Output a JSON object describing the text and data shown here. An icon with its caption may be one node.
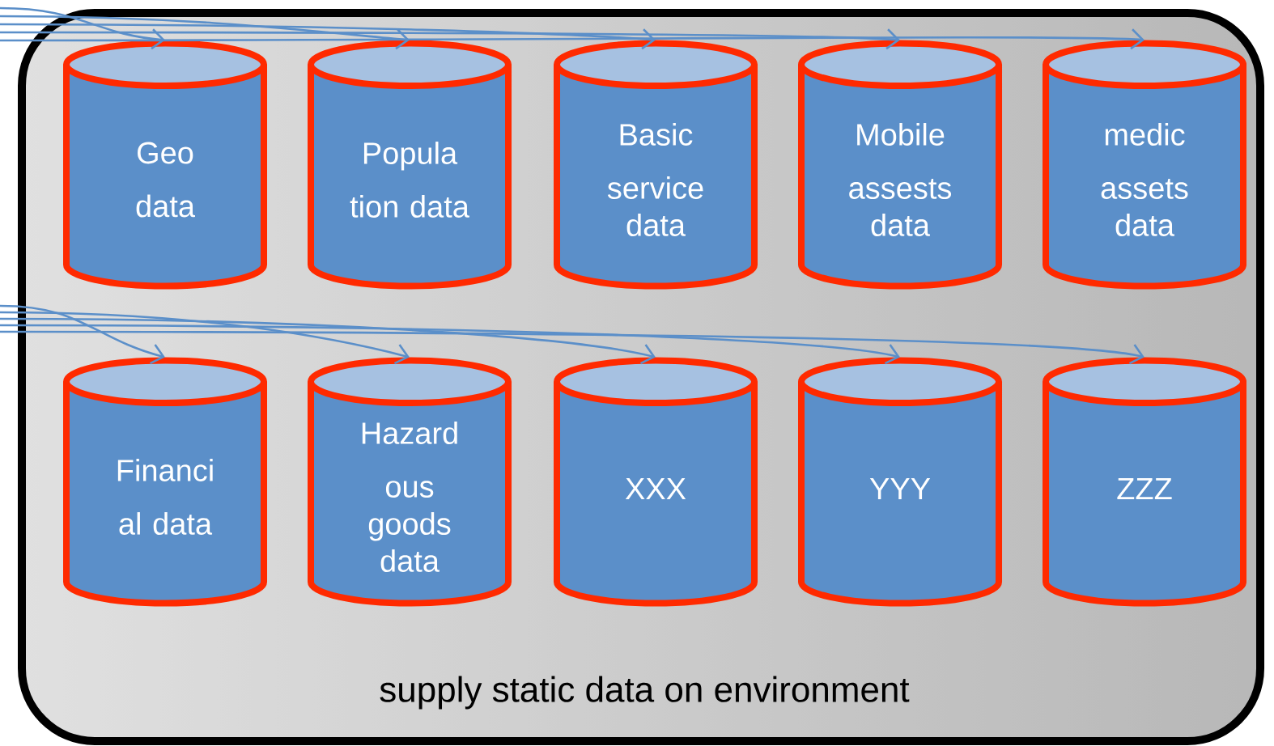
{
  "diagram": {
    "nodes": [
      {
        "text": [
          "supply static data on environment"
        ]
      },
      {
        "text": [
          "Geo data"
        ],
        "in": 0
      },
      {
        "text": [
          "Popula tion data"
        ],
        "in": 0
      },
      {
        "text": [
          "Basic service data"
        ],
        "in": 0
      },
      {
        "text": [
          "Mobile assests data"
        ],
        "in": 0
      },
      {
        "text": [
          "medic assets data"
        ],
        "in": 0
      },
      {
        "text": [
          "Financi al data"
        ],
        "in": 0
      },
      {
        "text": [
          "Hazard ous goods data"
        ],
        "in": 0
      },
      {
        "text": [
          "XXX"
        ],
        "in": 0
      },
      {
        "text": [
          "YYY"
        ],
        "in": 0
      },
      {
        "text": [
          "ZZZ"
        ],
        "in": 0
      }
    ],
    "edges": [
      {
        "from": null,
        "to": 1,
        "arrow": "to"
      },
      {
        "from": null,
        "to": 2,
        "arrow": "to"
      },
      {
        "from": null,
        "to": 3,
        "arrow": "to"
      },
      {
        "from": null,
        "to": 4,
        "arrow": "to"
      },
      {
        "from": null,
        "to": 5,
        "arrow": "to"
      },
      {
        "from": null,
        "to": 6,
        "arrow": "to"
      },
      {
        "from": null,
        "to": 7,
        "arrow": "to"
      },
      {
        "from": null,
        "to": 8,
        "arrow": "to"
      },
      {
        "from": null,
        "to": 9,
        "arrow": "to"
      },
      {
        "from": null,
        "to": 10,
        "arrow": "to"
      }
    ]
  }
}
